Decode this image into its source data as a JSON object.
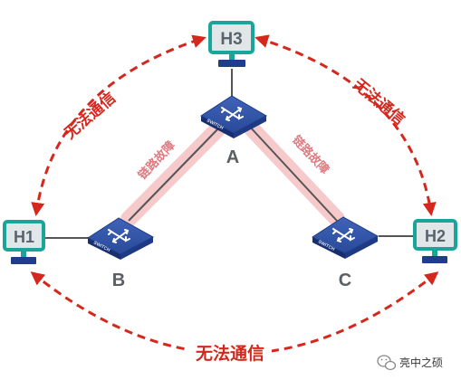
{
  "hosts": {
    "h1": "H1",
    "h2": "H2",
    "h3": "H3"
  },
  "switches": {
    "a": {
      "label": "A",
      "device_text": "SWITCH"
    },
    "b": {
      "label": "B",
      "device_text": "SWITCH"
    },
    "c": {
      "label": "C",
      "device_text": "SWITCH"
    }
  },
  "links": {
    "a_b_fault": "链路故障",
    "a_c_fault": "链路故障"
  },
  "communication": {
    "h1_h3": "无法通信",
    "h3_h2": "无法通信",
    "h1_h2": "无法通信"
  },
  "watermark": {
    "text": "亮中之硕",
    "icon": "wechat-icon"
  },
  "colors": {
    "arrow_red": "#d4281f",
    "host_teal": "#1aa59a",
    "switch_blue": "#1f3d8c",
    "fault_pink": "#f5c1c3",
    "link_line": "#555555"
  }
}
